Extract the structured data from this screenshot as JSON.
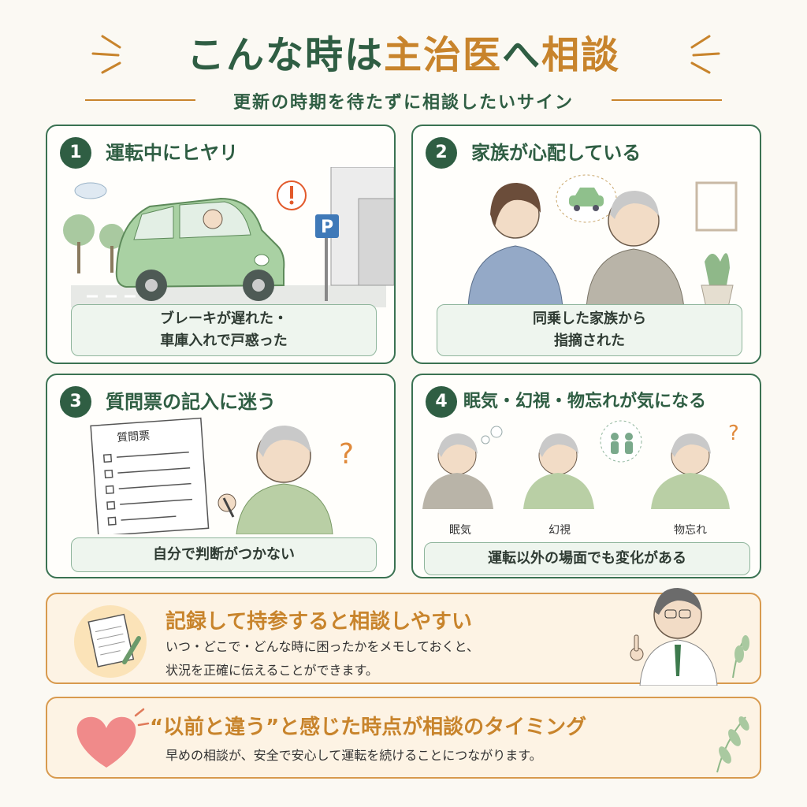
{
  "header": {
    "title_part1": "こんな時は",
    "title_part2": "主治医",
    "title_part3": "へ",
    "title_part4": "相談",
    "subtitle": "更新の時期を待たずに相談したいサイン"
  },
  "cards": [
    {
      "number": "1",
      "title": "運転中にヒヤリ",
      "caption_line1": "ブレーキが遅れた・",
      "caption_line2": "車庫入れで戸惑った",
      "sign_letter": "P"
    },
    {
      "number": "2",
      "title": "家族が心配している",
      "caption_line1": "同乗した家族から",
      "caption_line2": "指摘された"
    },
    {
      "number": "3",
      "title": "質問票の記入に迷う",
      "caption_line1": "自分で判断がつかない",
      "sheet_title": "質問票"
    },
    {
      "number": "4",
      "title": "眠気・幻視・物忘れが気になる",
      "caption_line1": "運転以外の場面でも変化がある",
      "labels": [
        "眠気",
        "幻視",
        "物忘れ"
      ]
    }
  ],
  "memo": {
    "title": "記録して持参すると相談しやすい",
    "line1": "いつ・どこで・どんな時に困ったかをメモしておくと、",
    "line2": "状況を正確に伝えることができます。"
  },
  "timing": {
    "title": "“以前と違う”と感じた時点が相談のタイミング",
    "body": "早めの相談が、安全で安心して運転を続けることにつながります。"
  },
  "colors": {
    "green": "#2f5e43",
    "orange": "#c8842c",
    "card_bg": "#fffefb",
    "memo_bg": "#fdf3e4"
  }
}
